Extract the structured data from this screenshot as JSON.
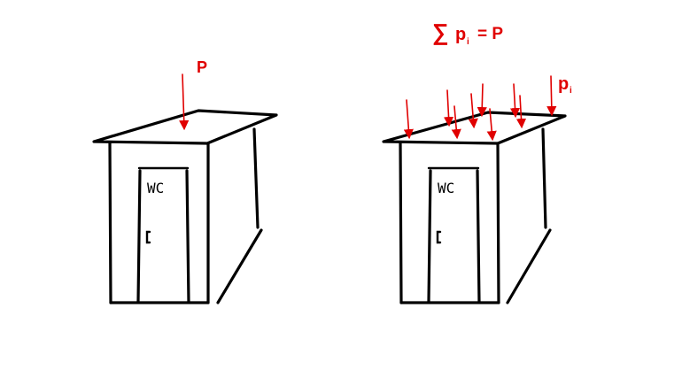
{
  "left_outhouse": {
    "door_sign": "WC",
    "load_label": "P"
  },
  "right_outhouse": {
    "door_sign": "WC",
    "equation": {
      "sum_symbol": "∑",
      "term": "p",
      "subscript": "i",
      "equals": "= P"
    },
    "load_label": {
      "base": "p",
      "subscript": "i"
    }
  },
  "colors": {
    "ink": "#000000",
    "load": "#e00000",
    "background": "#ffffff"
  }
}
